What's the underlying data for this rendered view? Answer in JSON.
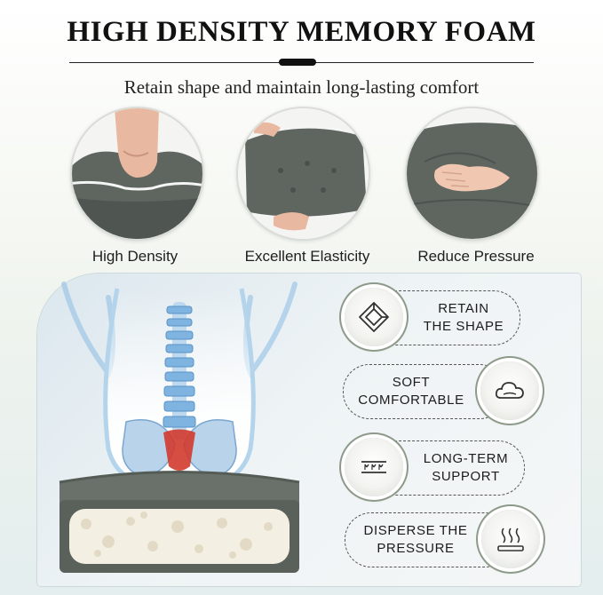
{
  "header": {
    "title": "HIGH DENSITY MEMORY FOAM",
    "subtitle": "Retain shape and maintain long-lasting comfort"
  },
  "features": [
    {
      "label": "High Density",
      "icon": "hand-pressing-cushion-icon"
    },
    {
      "label": "Excellent Elasticity",
      "icon": "hands-bending-cushion-icon"
    },
    {
      "label": "Reduce Pressure",
      "icon": "hand-on-cushion-icon"
    }
  ],
  "benefits": [
    {
      "line1": "RETAIN",
      "line2": "THE SHAPE",
      "icon": "cube-shape-icon"
    },
    {
      "line1": "SOFT",
      "line2": "COMFORTABLE",
      "icon": "cloud-icon"
    },
    {
      "line1": "LONG-TERM",
      "line2": "SUPPORT",
      "icon": "support-arrows-icon"
    },
    {
      "line1": "DISPERSE THE",
      "line2": "PRESSURE",
      "icon": "heat-waves-icon"
    }
  ],
  "colors": {
    "cushion": "#5f6660",
    "spine": "#7fb4e0",
    "pelvis_highlight": "#d23a2e",
    "badge_ring": "#8d9a8a"
  }
}
